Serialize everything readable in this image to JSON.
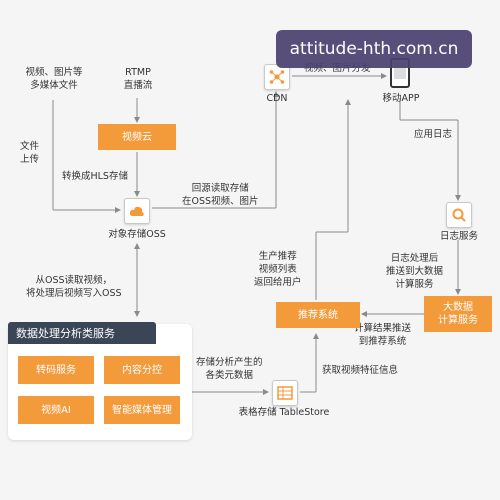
{
  "watermark": "attitude-hth.com.cn",
  "nodes": {
    "media_files": "视频、图片等\n多媒体文件",
    "rtmp": "RTMP\n直播流",
    "video_cloud": "视频云",
    "oss": "对象存储OSS",
    "cdn": "CDN",
    "mobile_app": "移动APP",
    "log_service": "日志服务",
    "big_data": "大数据\n计算服务",
    "recommend": "推荐系统",
    "tablestore": "表格存储 TableStore"
  },
  "edge_labels": {
    "upload": "文件\n上传",
    "hls": "转换成HLS存储",
    "origin_fetch": "回源读取存储\n在OSS视频、图片",
    "distribute": "视频、图片分发",
    "app_log": "应用日志",
    "log_processed": "日志处理后\n推送到大数据\n计算服务",
    "recommend_list": "生产推荐\n视频列表\n返回给用户",
    "compute_push": "计算结果推送\n到推荐系统",
    "oss_read": "从OSS读取视频，\n将处理后视频写入OSS",
    "store_meta": "存储分析产生的\n各类元数据",
    "fetch_features": "获取视频特征信息"
  },
  "data_processing": {
    "title": "数据处理分析类服务",
    "services": [
      "转码服务",
      "内容分控",
      "视频AI",
      "智能媒体管理"
    ]
  },
  "colors": {
    "accent": "#f39a3b",
    "dark_header": "#3a4656",
    "line": "#8a8a8a",
    "background": "#f5f5f5"
  }
}
